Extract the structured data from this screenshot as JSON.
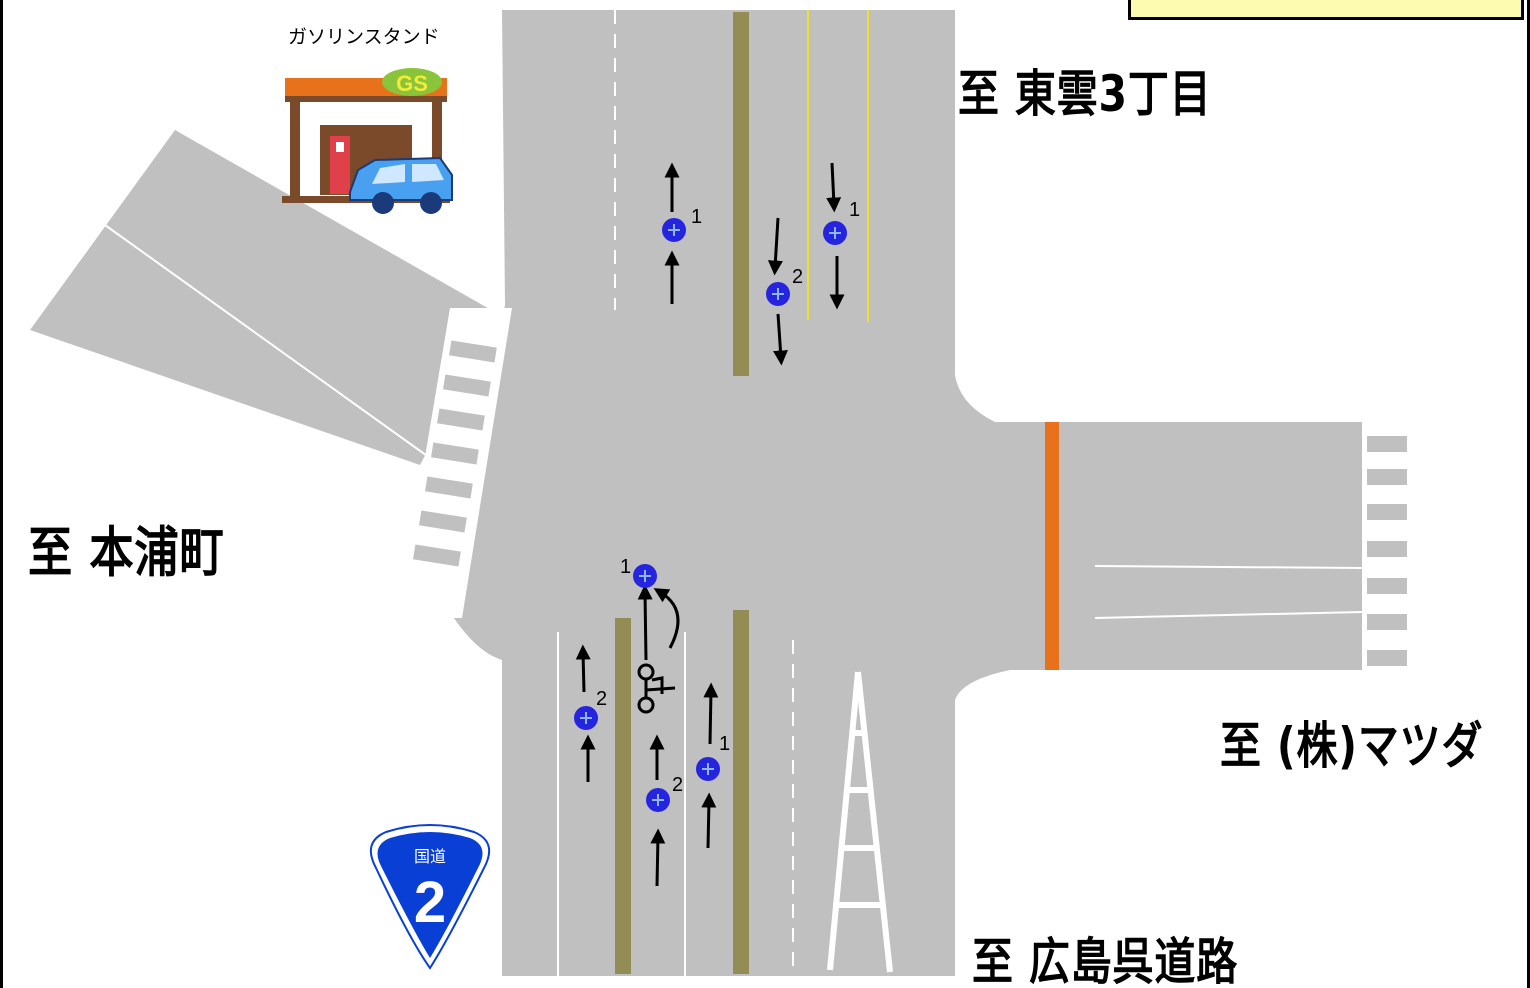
{
  "destinations": {
    "north": "至 東雲3丁目",
    "west": "至 本浦町",
    "east": "至 (株)マツダ",
    "south": "至 広島呉道路"
  },
  "gas_station": {
    "label": "ガソリンスタンド",
    "sign": "GS"
  },
  "route_sign": {
    "top": "国道",
    "number": "2"
  },
  "vehicle_numbers": {
    "north_up": "1",
    "north_down_1": "1",
    "north_down_2": "2",
    "south_turning": "1",
    "south_left": "2",
    "south_mid": "2",
    "south_right": "1"
  },
  "colors": {
    "road": "#c0c0c0",
    "median": "#948c55",
    "stop_line": "#e8711c",
    "yellow_line": "#f0e02a",
    "vehicle_marker": "#2525e0",
    "note_box": "#fdfbb0",
    "route_sign": "#0a3fd6"
  }
}
